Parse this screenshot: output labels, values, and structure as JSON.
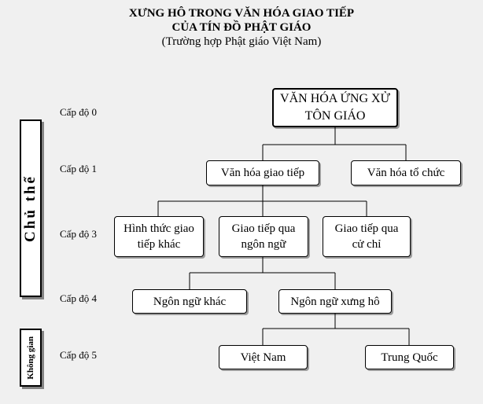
{
  "title": {
    "line1": "XƯNG HÔ TRONG VĂN HÓA GIAO TIẾP",
    "line2": "CỦA TÍN ĐỒ PHẬT GIÁO",
    "line3": "(Trường hợp Phật giáo Việt Nam)"
  },
  "levels": {
    "l0": "Cấp độ 0",
    "l1": "Cấp độ 1",
    "l3": "Cấp độ 3",
    "l4": "Cấp độ 4",
    "l5": "Cấp độ 5"
  },
  "side_labels": {
    "subject": "Chủ thể",
    "space": "Không gian"
  },
  "nodes": {
    "root": "VĂN HÓA ỨNG XỬ TÔN GIÁO",
    "communication": "Văn hóa giao tiếp",
    "organization": "Văn hóa tổ chức",
    "other_forms": "Hình thức giao tiếp khác",
    "via_language": "Giao tiếp qua ngôn ngữ",
    "via_gesture": "Giao tiếp qua cử chỉ",
    "other_language": "Ngôn ngữ khác",
    "address_language": "Ngôn ngữ xưng hô",
    "vietnam": "Việt Nam",
    "china": "Trung Quốc"
  }
}
